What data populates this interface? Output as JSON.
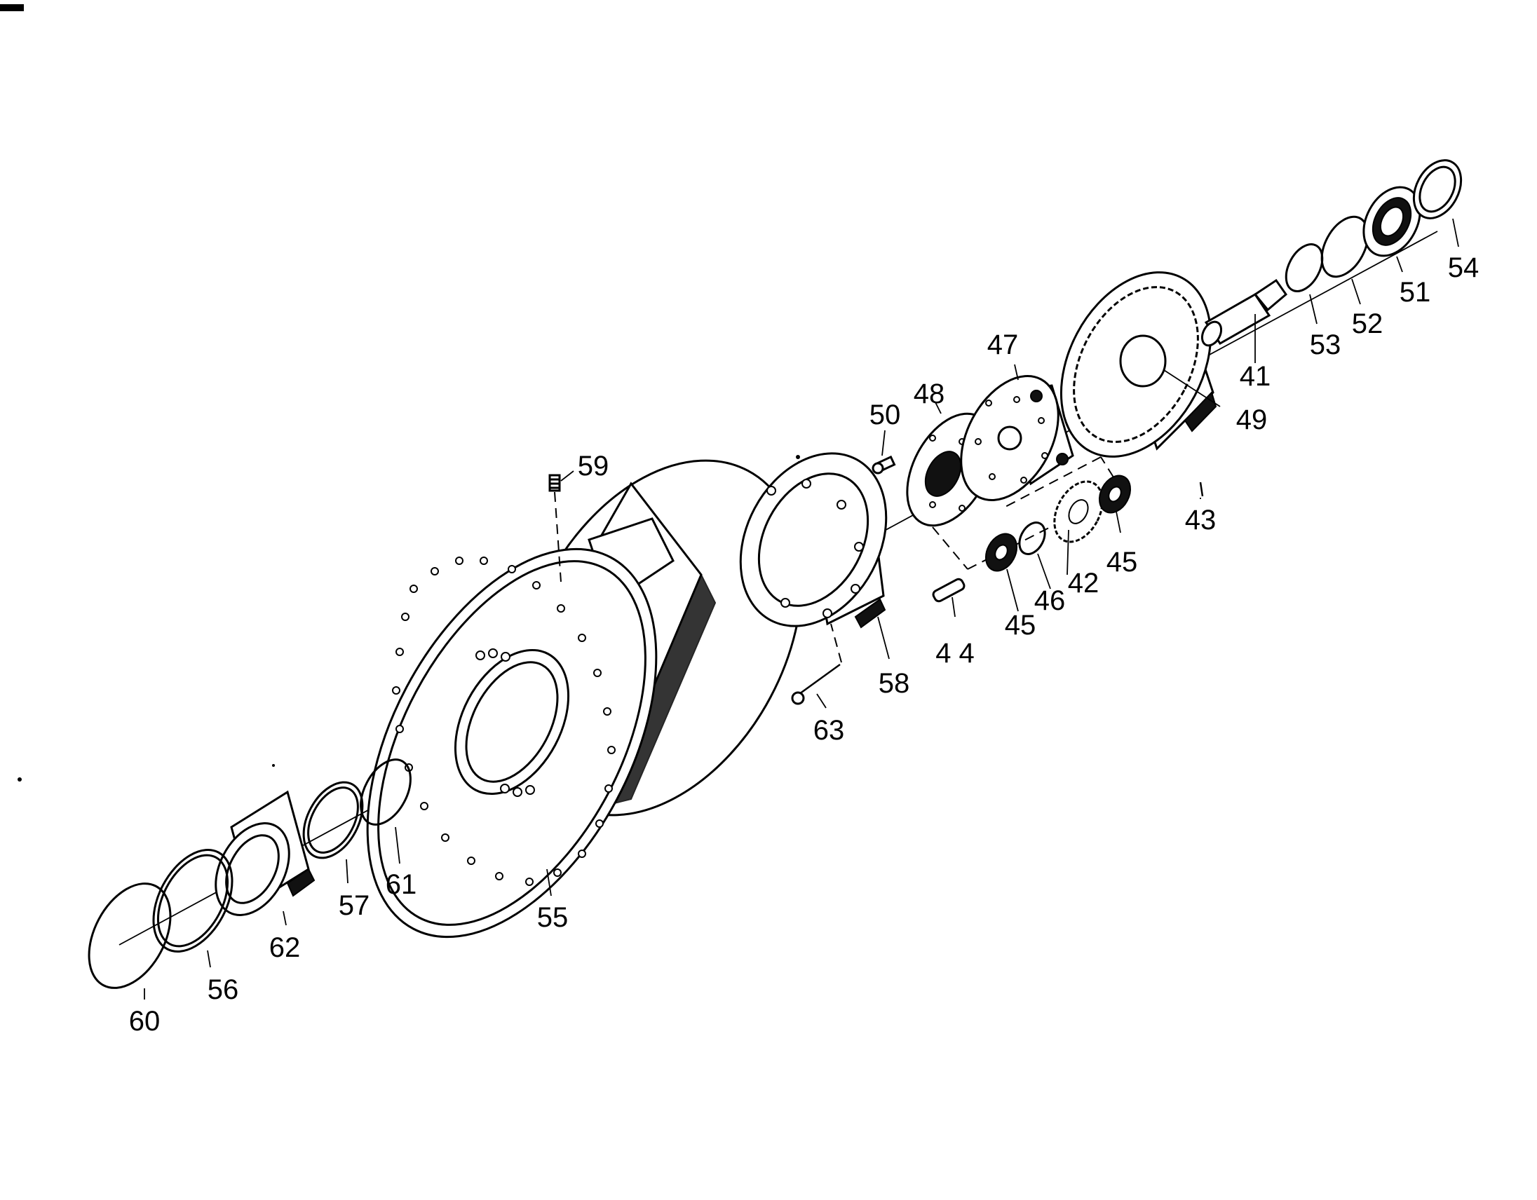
{
  "labels": {
    "p41": "41",
    "p42": "42",
    "p43": "43",
    "p44": "4 4",
    "p45a": "45",
    "p45b": "45",
    "p46": "46",
    "p47": "47",
    "p48": "48",
    "p49": "49",
    "p50": "50",
    "p51": "51",
    "p52": "52",
    "p53": "53",
    "p54": "54",
    "p55": "55",
    "p56": "56",
    "p57": "57",
    "p58": "58",
    "p59": "59",
    "p60": "60",
    "p61": "61",
    "p62": "62",
    "p63": "63"
  }
}
